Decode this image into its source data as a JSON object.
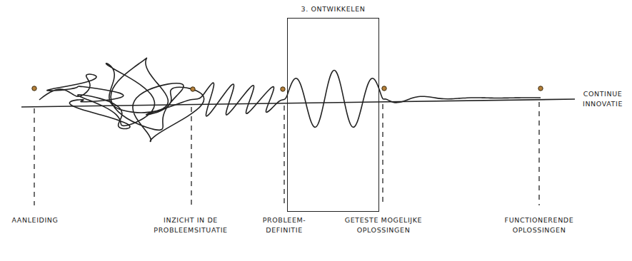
{
  "diagram": {
    "nodes": [
      {
        "text": [
          "3. ONTWIKKELEN"
        ]
      }
    ],
    "edges": [],
    "labels": [
      "AANLEIDING",
      "INZICHT IN DE PROBLEEMSITUATIE",
      "PROBLEEM- DEFINITIE",
      "GETESTE MOGELIJKE OPLOSSINGEN",
      "FUNCTIONERENDE OPLOSSINGEN",
      "CONTINUE INNOVATIE"
    ]
  }
}
